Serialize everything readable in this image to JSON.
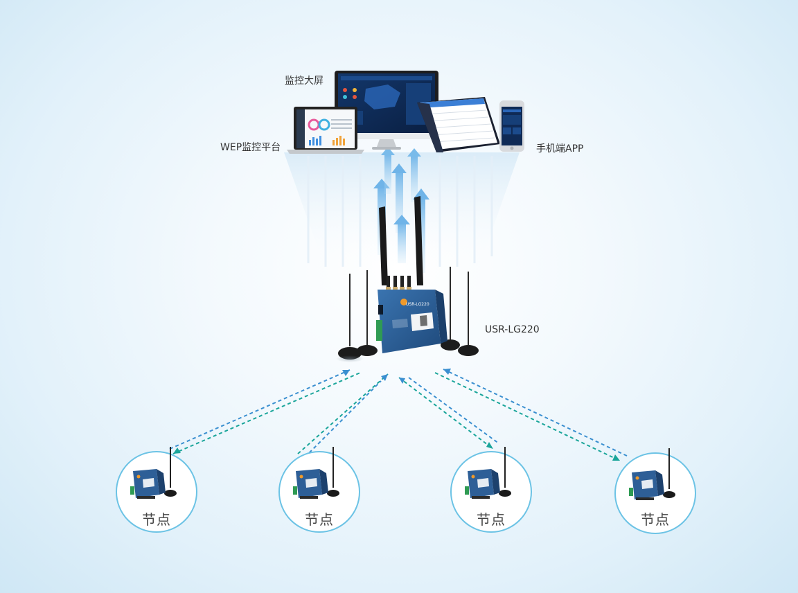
{
  "labels": {
    "monitor_screen": "监控大屏",
    "web_platform": "WEP监控平台",
    "mobile_app": "手机端APP",
    "gateway": "USR-LG220",
    "device_text": "USR-LG220"
  },
  "nodes": [
    {
      "label": "节点"
    },
    {
      "label": "节点"
    },
    {
      "label": "节点"
    },
    {
      "label": "节点"
    }
  ],
  "colors": {
    "accent": "#2ba3c9",
    "arrow_up": "#8cc4ee",
    "dashed_teal": "#1aa59a",
    "dashed_blue": "#3a8fd0",
    "circle": "#6cc3e5",
    "device_body": "#2e5f97",
    "screen_bg": "#0f2a55"
  },
  "icons": {
    "big_monitor": "desktop-monitor-icon",
    "laptop": "laptop-icon",
    "tablet": "tablet-dashboard-icon",
    "phone": "smartphone-icon",
    "gateway": "lora-gateway-device",
    "node": "dtu-node-device"
  }
}
